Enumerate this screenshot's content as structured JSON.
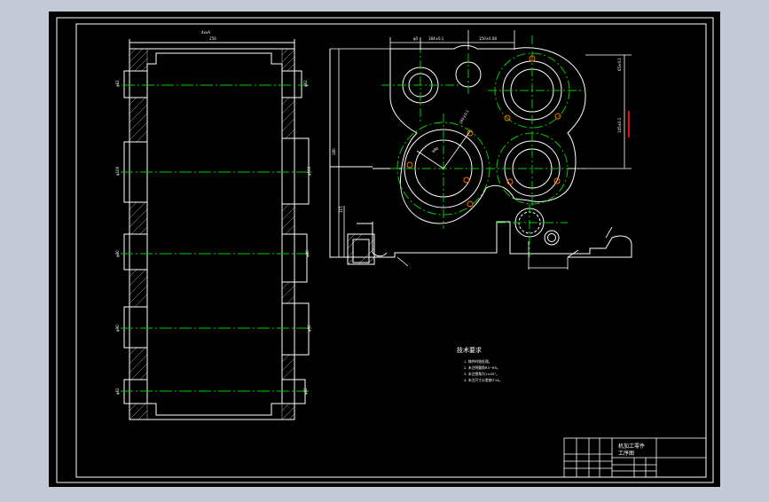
{
  "colors": {
    "backdrop": "#c4cbd6",
    "canvas": "#000000",
    "line": "#ffffff",
    "centerline": "#00cc00",
    "hole_marker": "#ff6a00",
    "tolerance_mark": "#e01010"
  },
  "left_view": {
    "dim_top": "4xxA",
    "dim_top2": "256"
  },
  "right_view": {
    "dim_top_a": "φ5",
    "dim_top_b": "184±0.1",
    "dim_top_c": "150±0.08",
    "dim_right_a": "65±0.1",
    "dim_right_b": "145±0.1",
    "dim_left_height": "180",
    "dim_left_small": "115",
    "dim_diagonal": "160±0.1",
    "dim_circle": "φ80"
  },
  "notes": {
    "title": "技术要求",
    "items": [
      "1. 铸件时效处理。",
      "2. 未注明圆角R3~R5。",
      "3. 未注倒角为1×45°。",
      "4. 未注尺寸公差按IT14。"
    ]
  },
  "title_block": {
    "part_name": "机加工零件",
    "drawing_type": "工序图"
  }
}
